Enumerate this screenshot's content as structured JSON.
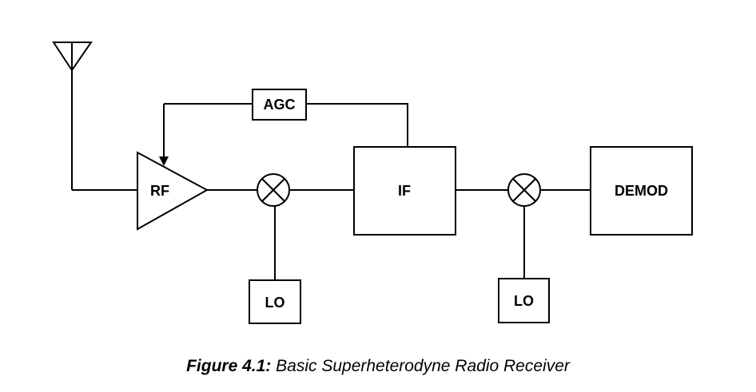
{
  "blocks": {
    "rf": "RF",
    "agc": "AGC",
    "if": "IF",
    "lo1": "LO",
    "lo2": "LO",
    "demod": "DEMOD"
  },
  "caption": {
    "number": "Figure 4.1:",
    "text": "Basic Superheterodyne Radio Receiver"
  },
  "colors": {
    "line": "#000000",
    "background": "#ffffff"
  }
}
